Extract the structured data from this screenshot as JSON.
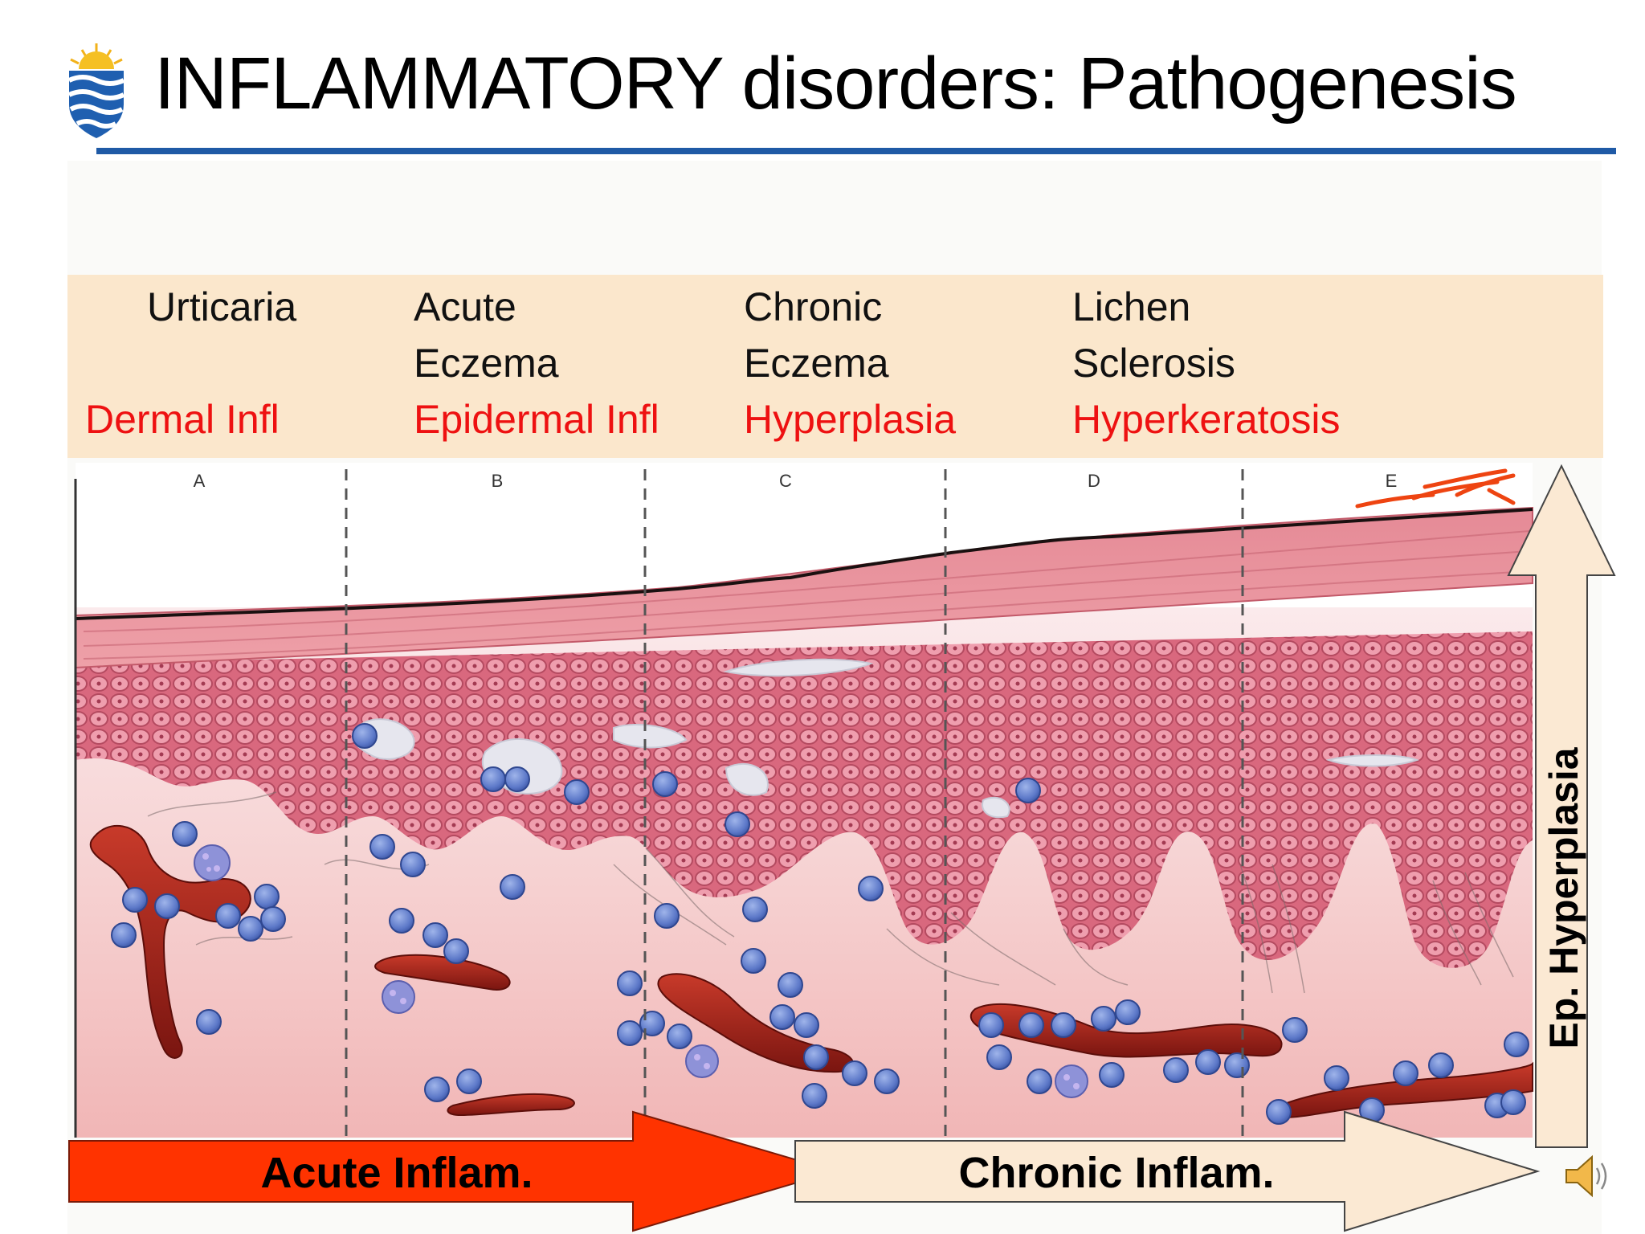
{
  "slide": {
    "title": "INFLAMMATORY disorders: Pathogenesis",
    "colors": {
      "rule": "#1f5aa6",
      "panel": "#fbe7cc",
      "red_text": "#ee1111",
      "acute_arrow": "#ff3300",
      "chronic_arrow": "#fbe9d3"
    }
  },
  "panel": {
    "stages": [
      {
        "name_line1": "Urticaria",
        "name_line2": "",
        "process": "Dermal   Infl"
      },
      {
        "name_line1": "Acute",
        "name_line2": "Eczema",
        "process": "Epidermal Infl"
      },
      {
        "name_line1": "Chronic",
        "name_line2": "Eczema",
        "process": "Hyperplasia"
      },
      {
        "name_line1": "Lichen",
        "name_line2": "Sclerosis",
        "process": "Hyperkeratosis"
      }
    ]
  },
  "illustration": {
    "section_letters": [
      "A",
      "B",
      "C",
      "D",
      "E"
    ]
  },
  "arrows": {
    "acute": "Acute Inflam.",
    "chronic": "Chronic Inflam.",
    "vertical": "Ep. Hyperplasia"
  },
  "icons": {
    "logo": "university-logo-icon",
    "sound": "speaker-icon"
  }
}
